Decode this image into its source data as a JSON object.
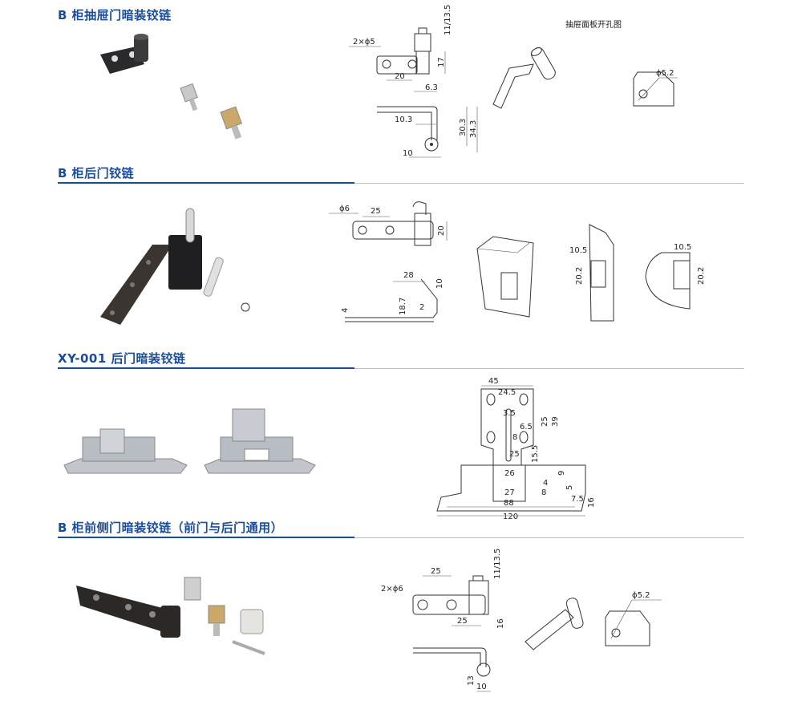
{
  "sections": [
    {
      "title": "B 柜抽屉门暗装铰链",
      "dims": {
        "holes": "2×ϕ5",
        "d20": "20",
        "d63": "6.3",
        "d17": "17",
        "d11": "11/13.5",
        "d103": "10.3",
        "d303": "30.3",
        "d343": "34.3",
        "d10": "10"
      },
      "cutout_title": "抽屉面板开孔图",
      "cutout_dia": "ϕ5.2"
    },
    {
      "title": "B 柜后门铰链",
      "dims": {
        "hole": "ϕ6",
        "d25": "25",
        "d20": "20",
        "d28": "28",
        "d10": "10",
        "d187": "18.7",
        "d4": "4",
        "d2": "2",
        "d105a": "10.5",
        "d202a": "20.2",
        "d105b": "10.5",
        "d202b": "20.2"
      }
    },
    {
      "title": "XY-001 后门暗装铰链",
      "dims": {
        "d45": "45",
        "d245": "24.5",
        "d35": "3.5",
        "d65": "6.5",
        "d8": "8",
        "d25v": "25",
        "d39": "39",
        "d25h": "25",
        "d155": "15.5",
        "d26": "26",
        "d27": "27",
        "d9": "9",
        "d4": "4",
        "d5": "5",
        "d8b": "8",
        "d75": "7.5",
        "d16": "16",
        "d88": "88",
        "d120": "120"
      }
    },
    {
      "title": "B 柜前侧门暗装铰链（前门与后门通用）",
      "dims": {
        "holes": "2×ϕ6",
        "d25a": "25",
        "d25b": "25",
        "d11": "11/13.5",
        "d16": "16",
        "d13": "13",
        "d10": "10"
      },
      "cutout_dia": "ϕ5.2"
    }
  ]
}
